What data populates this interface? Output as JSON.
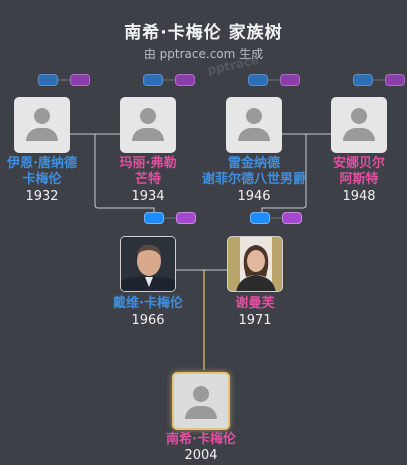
{
  "header": {
    "title": "南希·卡梅伦 家族树",
    "subtitle": "由 pptrace.com 生成",
    "watermark": "pptrace"
  },
  "people": {
    "ian": {
      "name_line1": "伊恩·唐纳德",
      "name_line2": "卡梅伦",
      "year": "1932",
      "gender": "male"
    },
    "mary": {
      "name_line1": "玛丽·弗勒",
      "name_line2": "芒特",
      "year": "1934",
      "gender": "female"
    },
    "reginald": {
      "name_line1": "雷金纳德",
      "name_line2": "谢菲尔德八世男爵",
      "year": "1946",
      "gender": "male"
    },
    "annabel": {
      "name_line1": "安娜贝尔",
      "name_line2": "阿斯特",
      "year": "1948",
      "gender": "female"
    },
    "david": {
      "name": "戴维·卡梅伦",
      "year": "1966",
      "gender": "male"
    },
    "samantha": {
      "name": "谢曼芙",
      "year": "1971",
      "gender": "female"
    },
    "nancy": {
      "name": "南希·卡梅伦",
      "year": "2004",
      "gender": "female",
      "selected": true
    }
  },
  "colors": {
    "male": "#3f8fe0",
    "female": "#e24fa0",
    "selection": "#e8c270",
    "background": "#3d4147"
  },
  "icons": [
    "avatar-placeholder-icon",
    "expand-father-icon",
    "expand-mother-icon"
  ]
}
